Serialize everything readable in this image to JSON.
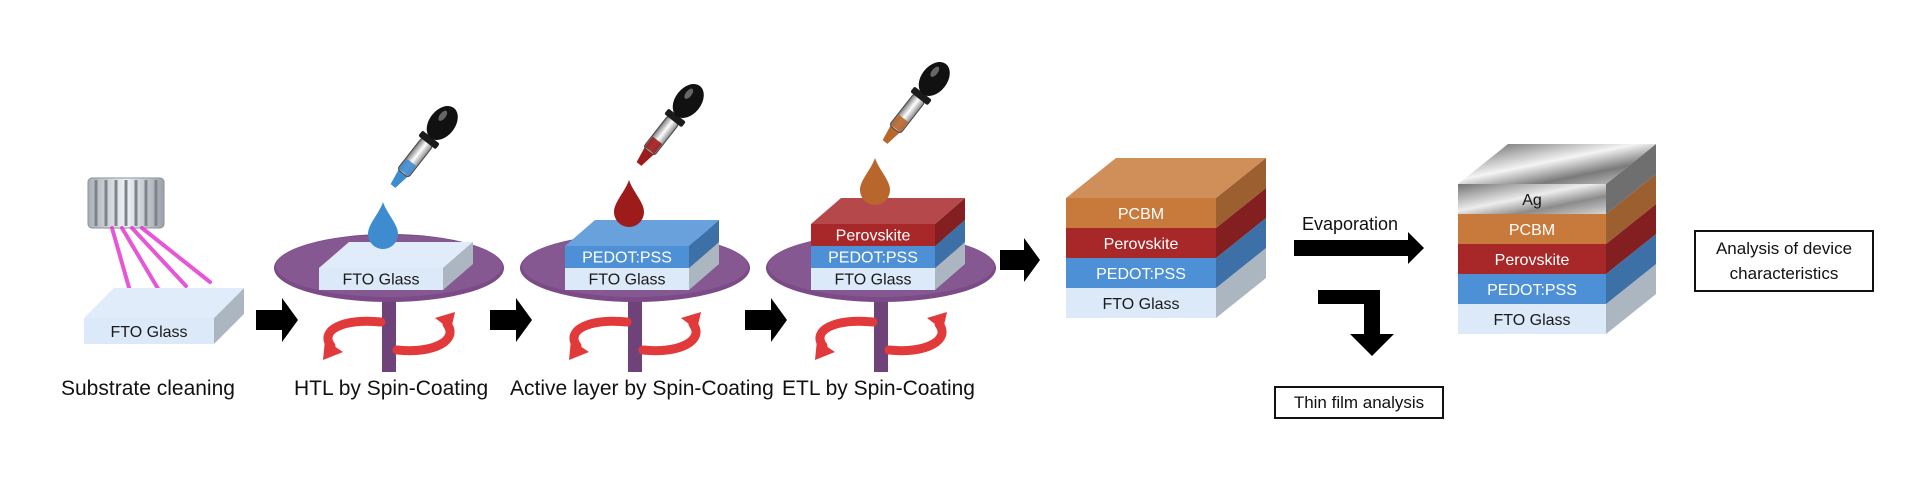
{
  "steps": [
    {
      "caption": "Substrate cleaning",
      "layers": [
        "FTO Glass"
      ]
    },
    {
      "caption": "HTL by Spin-Coating",
      "layers": [
        "FTO Glass"
      ]
    },
    {
      "caption": "Active layer by Spin-Coating",
      "layers": [
        "FTO Glass",
        "PEDOT:PSS"
      ]
    },
    {
      "caption": "ETL by Spin-Coating",
      "layers": [
        "FTO Glass",
        "PEDOT:PSS",
        "Perovskite"
      ]
    }
  ],
  "stack1": {
    "layers": [
      "FTO Glass",
      "PEDOT:PSS",
      "Perovskite",
      "PCBM"
    ]
  },
  "evaporation_label": "Evaporation",
  "thin_film_analysis": "Thin film analysis",
  "stack2": {
    "layers": [
      "FTO Glass",
      "PEDOT:PSS",
      "Perovskite",
      "PCBM",
      "Ag"
    ]
  },
  "analysis_box": {
    "line1": "Analysis of device",
    "line2": "characteristics"
  },
  "colors": {
    "fto": "#dbe9f8",
    "pedot": "#4d90d6",
    "perovskite": "#a8282a",
    "pcbm": "#c87a3c",
    "ag": "#9a9a9a",
    "stage": "#7b4a87",
    "rotation_arrow": "#e23a3a",
    "drop_blue": "#3f8bd0",
    "drop_red": "#9e1b1b",
    "drop_brown": "#b8662c"
  }
}
